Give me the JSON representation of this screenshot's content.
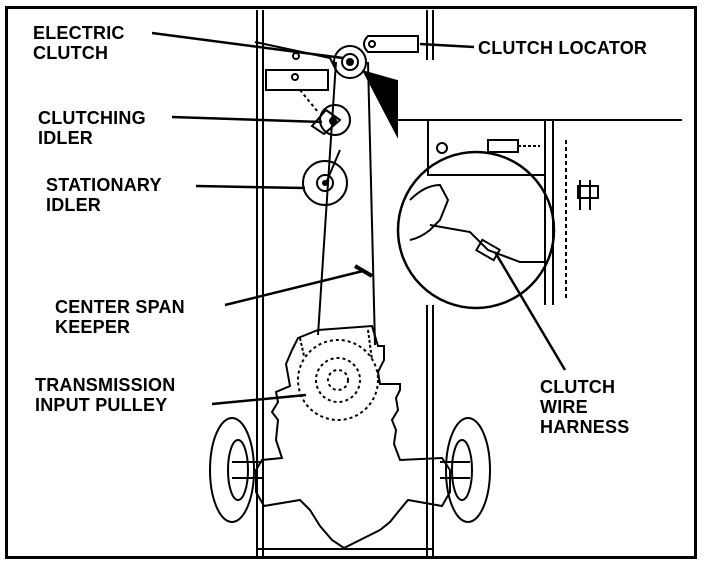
{
  "labels": {
    "electric_clutch": [
      "ELECTRIC",
      "CLUTCH"
    ],
    "clutch_locator": "CLUTCH LOCATOR",
    "clutching_idler": [
      "CLUTCHING",
      "IDLER"
    ],
    "stationary_idler": [
      "STATIONARY",
      "IDLER"
    ],
    "center_span_keeper": [
      "CENTER SPAN",
      "KEEPER"
    ],
    "transmission_input_pulley": [
      "TRANSMISSION",
      "INPUT PULLEY"
    ],
    "clutch_wire_harness": [
      "CLUTCH",
      "WIRE",
      "HARNESS"
    ]
  },
  "colors": {
    "line": "#000000",
    "background": "#ffffff"
  }
}
